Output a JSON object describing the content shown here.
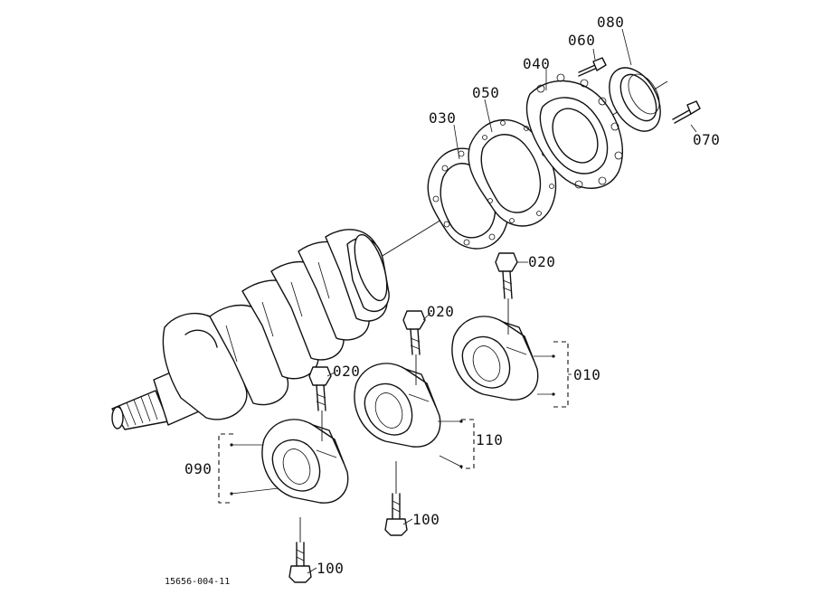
{
  "diagram": {
    "document_number": "15656-004-11",
    "callouts": {
      "p010": "010",
      "p020a": "020",
      "p020b": "020",
      "p020c": "020",
      "p030": "030",
      "p040": "040",
      "p050": "050",
      "p060": "060",
      "p070": "070",
      "p080": "080",
      "p090": "090",
      "p100a": "100",
      "p100b": "100",
      "p110": "110"
    }
  }
}
